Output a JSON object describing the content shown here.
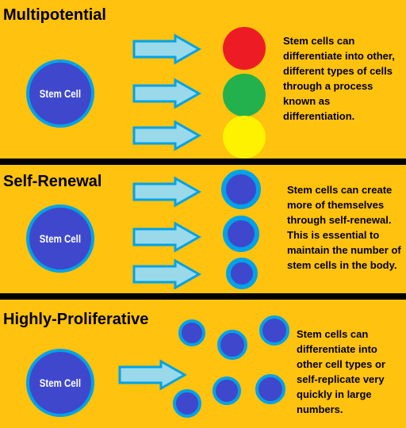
{
  "sections": [
    {
      "title": "Multipotential",
      "stem_label": "Stem Cell",
      "description": "Stem cells can differentiate into other, different types of cells through a process known as differentiation.",
      "outputs": [
        "#ed1c24",
        "#22b14c",
        "#fff200"
      ]
    },
    {
      "title": "Self-Renewal",
      "stem_label": "Stem Cell",
      "description": "Stem cells can create more of themselves through self-renewal. This is essential to maintain the number of stem cells in the body."
    },
    {
      "title": "Highly-Proliferative",
      "stem_label": "Stem Cell",
      "description": "Stem cells can differentiate into other cell types or self-replicate very quickly in large numbers."
    }
  ],
  "colors": {
    "background": "#ffc20e",
    "divider": "#000000",
    "cell_fill": "#3f48cc",
    "cell_ring": "#00a2e8",
    "arrow_fill": "#99d9ea",
    "arrow_stroke": "#00a2e8"
  }
}
